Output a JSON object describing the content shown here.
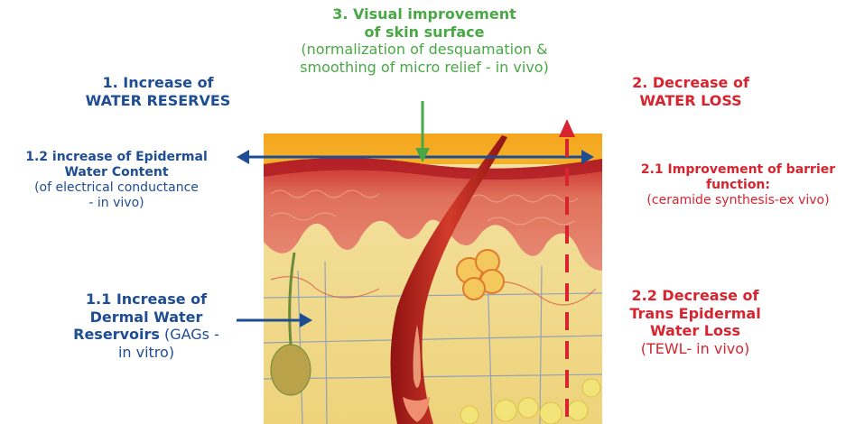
{
  "colors": {
    "blue": "#1f4d93",
    "green": "#49a845",
    "red": "#d7242f"
  },
  "top": {
    "title_line1": "3. Visual improvement",
    "title_line2": "of skin surface",
    "sub_line1": "(normalization of desquamation &",
    "sub_line2": "smoothing of micro relief - in vivo)"
  },
  "left_top": {
    "line1": "1. Increase of",
    "line2": "WATER RESERVES"
  },
  "right_top": {
    "line1": "2. Decrease of",
    "line2": "WATER LOSS"
  },
  "item_1_2": {
    "line1": "1.2 increase of Epidermal",
    "line2": "Water Content",
    "line3": "(of electrical conductance",
    "line4": "- in vivo)"
  },
  "item_1_1": {
    "line1": "1.1 Increase of",
    "line2": "Dermal Water",
    "line3_bold": "Reservoirs",
    "line3_rest": " (GAGs -",
    "line4": "in vitro)"
  },
  "item_2_1": {
    "line1": "2.1 Improvement of barrier",
    "line2": "function:",
    "line3": "(ceramide synthesis-ex vivo)"
  },
  "item_2_2": {
    "line1": "2.2 Decrease of",
    "line2": "Trans Epidermal",
    "line3": "Water Loss",
    "line4": "(TEWL- in vivo)"
  }
}
